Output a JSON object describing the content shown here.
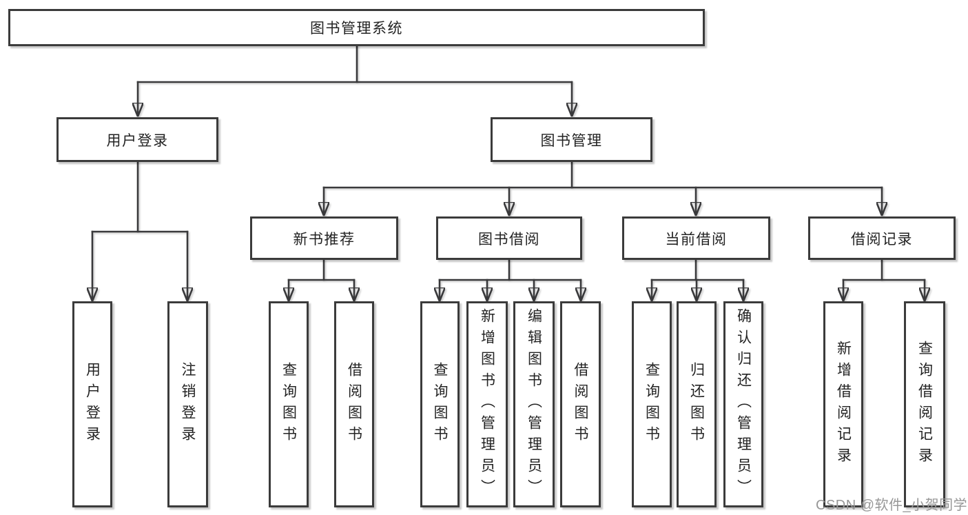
{
  "tree": {
    "root": {
      "label": "图书管理系统"
    },
    "level2": [
      {
        "label": "用户登录",
        "leaves": [
          "用户登录",
          "注销登录"
        ]
      },
      {
        "label": "图书管理",
        "groups": [
          {
            "label": "新书推荐",
            "leaves": [
              "查询图书",
              "借阅图书"
            ]
          },
          {
            "label": "图书借阅",
            "leaves": [
              "查询图书",
              "新增图书（管理员）",
              "编辑图书（管理员）",
              "借阅图书"
            ]
          },
          {
            "label": "当前借阅",
            "leaves": [
              "查询图书",
              "归还图书",
              "确认归还（管理员）"
            ]
          },
          {
            "label": "借阅记录",
            "leaves": [
              "新增借阅记录",
              "查询借阅记录"
            ]
          }
        ]
      }
    ]
  },
  "watermark": "CSDN @软件_小贺同学",
  "colors": {
    "background": "#ffffff",
    "line": "#39393b",
    "box_border": "#3b3b3b",
    "text": "#232323",
    "watermark": "#979797"
  }
}
